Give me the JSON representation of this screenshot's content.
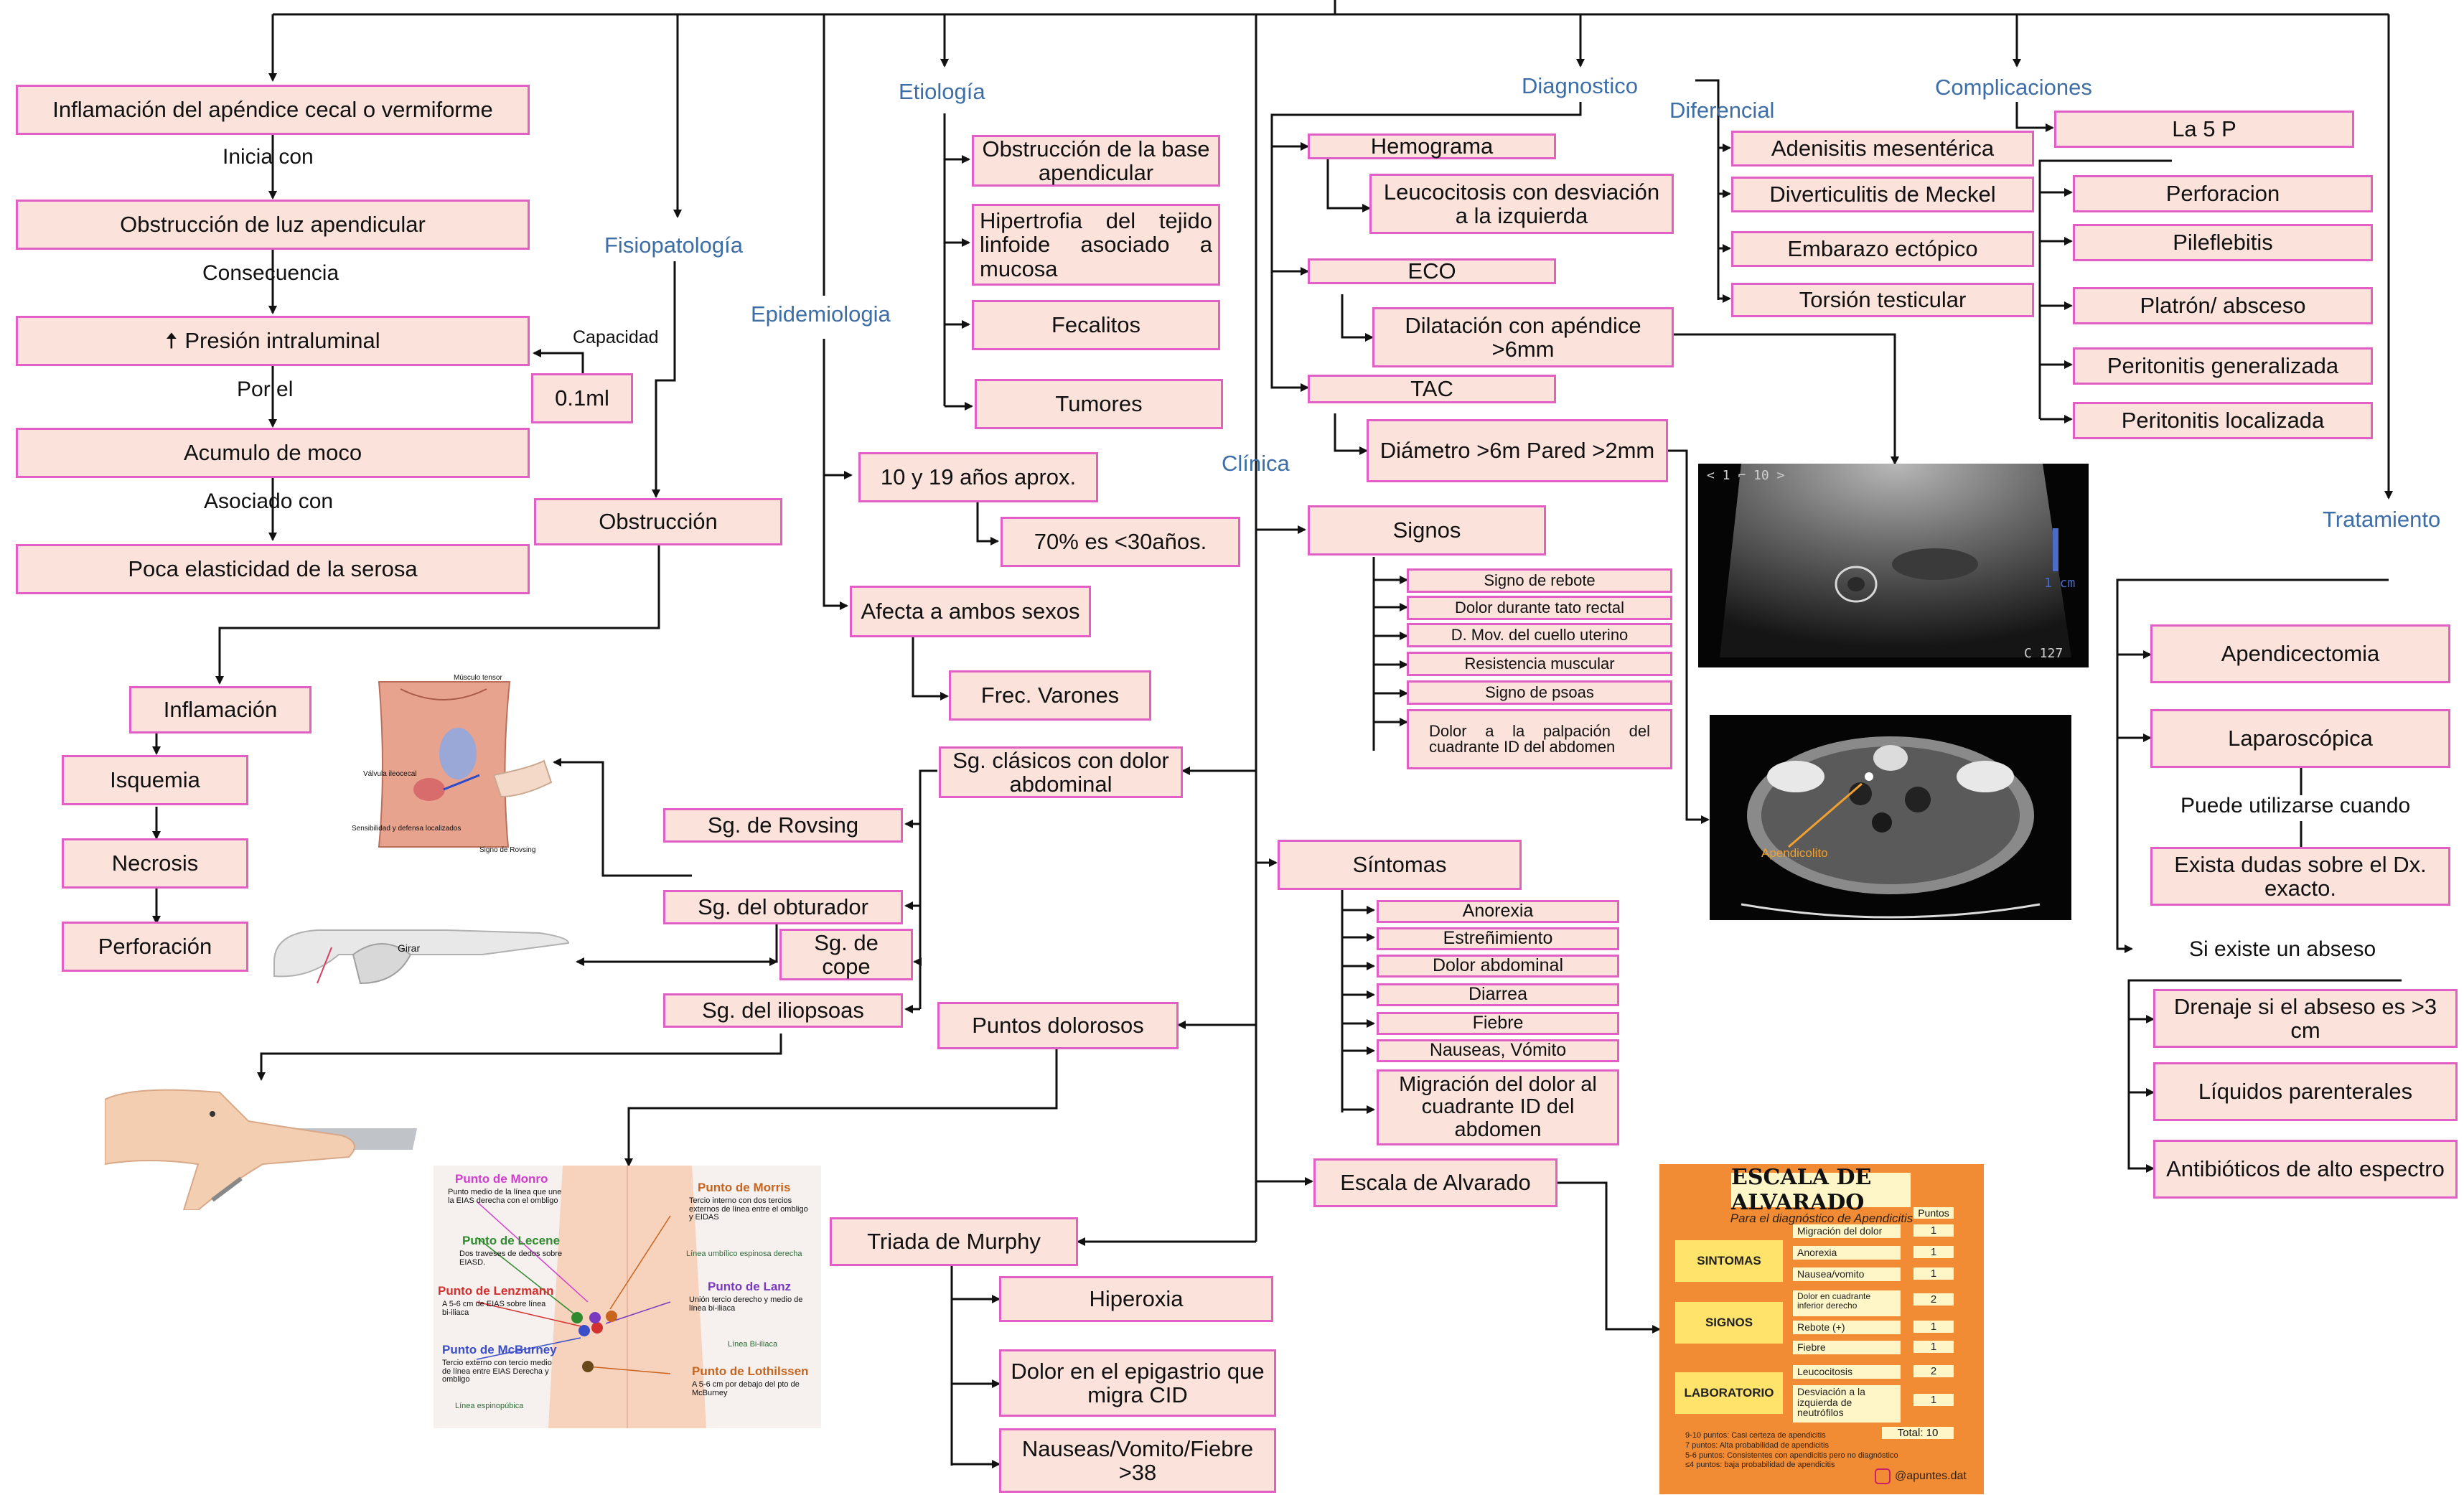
{
  "columns": {
    "definicion": {
      "def": "Inflamación del apéndice cecal o vermiforme",
      "l1": "Inicia con",
      "obs": "Obstrucción de luz apendicular",
      "l2": "Consecuencia",
      "presion": "Presión intraluminal",
      "capacidad_label": "Capacidad",
      "capacidad_value": "0.1ml",
      "l3": "Por el",
      "moco": "Acumulo de moco",
      "l4": "Asociado con",
      "serosa": "Poca elasticidad de la serosa"
    },
    "fisiopatologia": {
      "heading": "Fisiopatología",
      "obstruccion": "Obstrucción",
      "inflamacion": "Inflamación",
      "isquemia": "Isquemia",
      "necrosis": "Necrosis",
      "perforacion": "Perforación"
    },
    "epidemiologia": {
      "heading": "Epidemiologia",
      "edad": "10 y 19 años aprox.",
      "porcentaje": "70% es <30años.",
      "sexos": "Afecta a ambos sexos",
      "varones": "Frec. Varones"
    },
    "etiologia": {
      "heading": "Etiología",
      "items": [
        "Obstrucción de la base apendicular",
        "Hipertrofia del tejido linfoide asociado a mucosa",
        "Fecalitos",
        "Tumores"
      ]
    },
    "clinica": {
      "heading": "Clínica",
      "signos": "Signos",
      "signos_items": [
        "Signo de rebote",
        "Dolor durante tato rectal",
        "D. Mov. del cuello uterino",
        "Resistencia muscular",
        "Signo de psoas",
        "Dolor a la palpación del cuadrante ID del abdomen"
      ],
      "sintomas": "Síntomas",
      "sintomas_items": [
        "Anorexia",
        "Estreñimiento",
        "Dolor abdominal",
        "Diarrea",
        "Fiebre",
        "Nauseas, Vómito",
        "Migración del dolor al cuadrante ID del abdomen"
      ],
      "clasicos": "Sg. clásicos con dolor abdominal",
      "rovsing": "Sg. de Rovsing",
      "obturador": "Sg. del obturador",
      "cope": "Sg. de cope",
      "iliopsoas": "Sg. del iliopsoas",
      "puntos": "Puntos dolorosos",
      "alvarado_node": "Escala de Alvarado",
      "murphy": "Triada de Murphy",
      "murphy_items": [
        "Hiperoxia",
        "Dolor en el epigastrio que migra CID",
        "Nauseas/Vomito/Fiebre >38"
      ]
    },
    "diagnostico": {
      "heading": "Diagnostico",
      "hemograma": "Hemograma",
      "leuco": "Leucocitosis con desviación a la izquierda",
      "eco": "ECO",
      "dilatacion": "Dilatación con apéndice >6mm",
      "tac": "TAC",
      "diametro": "Diámetro >6m Pared >2mm"
    },
    "diferencial": {
      "heading": "Diferencial",
      "items": [
        "Adenisitis mesentérica",
        "Diverticulitis de Meckel",
        "Embarazo ectópico",
        "Torsión testicular"
      ]
    },
    "complicaciones": {
      "heading": "Complicaciones",
      "cinco_p": "La 5 P",
      "items": [
        "Perforacion",
        "Pileflebitis",
        "Platrón/ absceso",
        "Peritonitis generalizada",
        "Peritonitis localizada"
      ]
    },
    "tratamiento": {
      "heading": "Tratamiento",
      "apendicectomia": "Apendicectomia",
      "laparoscopica": "Laparoscópica",
      "puede": "Puede utilizarse cuando",
      "dudas": "Exista dudas sobre el Dx. exacto.",
      "absceso": "Si existe un abseso",
      "items": [
        "Drenaje si el abseso es >3 cm",
        "Líquidos parenterales",
        "Antibióticos de alto espectro"
      ]
    }
  },
  "images": {
    "ultrasound": {
      "top_left": "< 1 ⌐ 10 >",
      "scale": "1 cm",
      "corner": "C 127"
    },
    "ct_label": "Apendicolito",
    "abdomen_labels": [
      "Músculo tensor",
      "Válvula ileocecal",
      "Sensibilidad y defensa localizados",
      "Signo de Rovsing"
    ],
    "leg_label": "Girar",
    "puntos": [
      {
        "name": "Punto de Monro",
        "desc": "Punto medio de la línea que une la EIAS derecha con el ombligo",
        "color": "#d23ccf"
      },
      {
        "name": "Punto de Lecene",
        "desc": "Dos traveses de dedos sobre EIASD.",
        "color": "#2f8a2f"
      },
      {
        "name": "Punto de Lenzmann",
        "desc": "A 5-6 cm de EIAS sobre línea bi-iliaca",
        "color": "#d33030"
      },
      {
        "name": "Punto de McBurney",
        "desc": "Tercio externo con tercio medio de línea entre EIAS Derecha y ombligo",
        "color": "#3a4ec8"
      },
      {
        "name": "Punto de Morris",
        "desc": "Tercio interno con dos tercios externos de línea entre el ombligo y EIDAS",
        "color": "#c8641e"
      },
      {
        "name": "Punto de Lanz",
        "desc": "Unión tercio derecho y medio de línea bi-iliaca",
        "color": "#7a3ac0"
      },
      {
        "name": "Punto de Lothilssen",
        "desc": "A 5-6 cm por debajo del pto de McBurney",
        "color": "#c8641e"
      }
    ],
    "lineas": [
      "Línea umbílico espinosa derecha",
      "Línea Bi-iliaca",
      "Línea espinopúbica"
    ]
  },
  "alvarado": {
    "title": "ESCALA DE ALVARADO",
    "subtitle": "Para el diagnóstico de Apendicitis",
    "points_header": "Puntos",
    "groups": [
      {
        "name": "SINTOMAS",
        "rows": [
          {
            "item": "Migración del dolor",
            "pts": "1"
          },
          {
            "item": "Anorexia",
            "pts": "1"
          },
          {
            "item": "Nausea/vomito",
            "pts": "1"
          }
        ]
      },
      {
        "name": "SIGNOS",
        "rows": [
          {
            "item": "Dolor en cuadrante inferior derecho",
            "pts": "2"
          },
          {
            "item": "Rebote (+)",
            "pts": "1"
          },
          {
            "item": "Fiebre",
            "pts": "1"
          }
        ]
      },
      {
        "name": "LABORATORIO",
        "rows": [
          {
            "item": "Leucocitosis",
            "pts": "2"
          },
          {
            "item": "Desviación a la izquierda de neutrófilos",
            "pts": "1"
          }
        ]
      }
    ],
    "total": "Total: 10",
    "footnotes": [
      "9-10 puntos: Casi certeza de apendicitis",
      "7 puntos: Alta probabilidad de apendicitis",
      "5-6 puntos: Consistentes con apendicitis pero no diagnóstico",
      "≤4 puntos: baja probabilidad de apendicitis"
    ],
    "handle": "@apuntes.dat"
  },
  "colors": {
    "box_fill": "#fbe3dc",
    "box_border": "#e25fc6",
    "heading": "#3d6ea8",
    "line": "#111111",
    "alvarado_bg": "#f28c34"
  }
}
